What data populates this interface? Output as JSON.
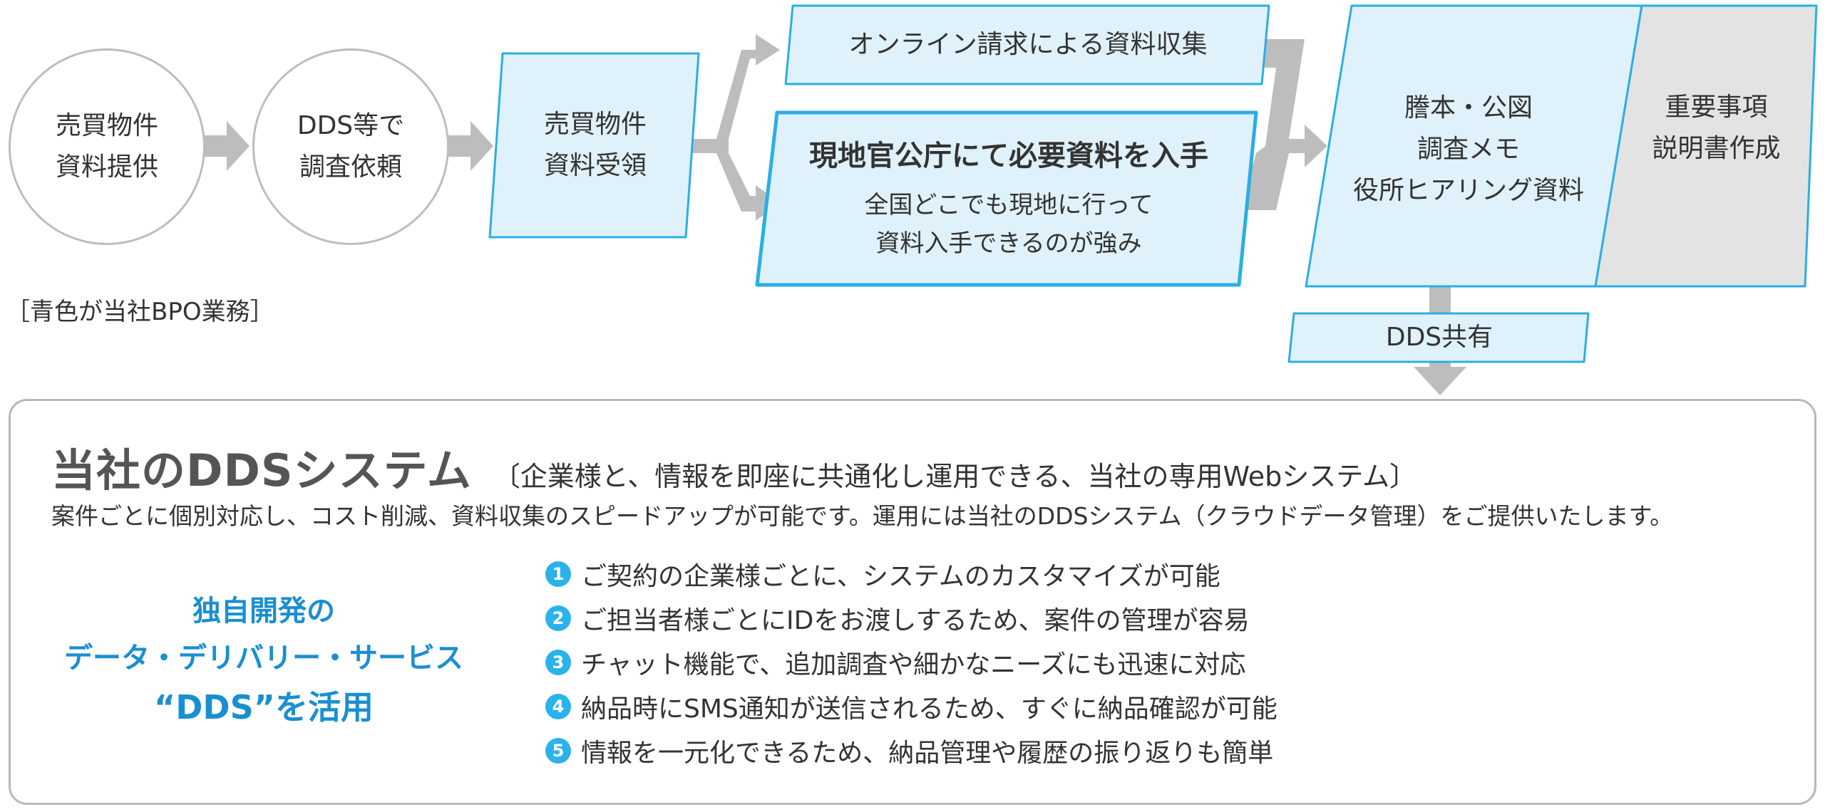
{
  "flow": {
    "step1": [
      "売買物件",
      "資料提供"
    ],
    "step2": [
      "DDS等で",
      "調査依頼"
    ],
    "step3": [
      "売買物件",
      "資料受領"
    ],
    "online": "オンライン請求による資料収集",
    "onsite_title": "現地官公庁にて必要資料を入手",
    "onsite_desc": [
      "全国どこでも現地に行って",
      "資料入手できるのが強み"
    ],
    "docs": [
      "謄本・公図",
      "調査メモ",
      "役所ヒアリング資料"
    ],
    "final": [
      "重要事項",
      "説明書作成"
    ],
    "share": "DDS共有",
    "legend": "［青色が当社BPO業務］"
  },
  "system": {
    "title": "当社のDDSシステム",
    "subtitle": "〔企業様と、情報を即座に共通化し運用できる、当社の専用Webシステム〕",
    "description": "案件ごとに個別対応し、コスト削減、資料収集のスピードアップが可能です。運用には当社のDDSシステム（クラウドデータ管理）をご提供いたします。",
    "badge": [
      "独自開発の",
      "データ・デリバリー・サービス",
      "“DDS”を活用"
    ],
    "features": [
      {
        "num": "1",
        "text": "ご契約の企業様ごとに、システムのカスタマイズが可能"
      },
      {
        "num": "2",
        "text": "ご担当者様ごとにIDをお渡しするため、案件の管理が容易"
      },
      {
        "num": "3",
        "text": "チャット機能で、追加調査や細かなニーズにも迅速に対応"
      },
      {
        "num": "4",
        "text": "納品時にSMS通知が送信されるため、すぐに納品確認が可能"
      },
      {
        "num": "5",
        "text": "情報を一元化できるため、納品管理や履歴の振り返りも簡単"
      }
    ]
  },
  "colors": {
    "blue_fill": "#dff1fb",
    "blue_border": "#2aaee6",
    "gray_fill": "#e3e3e3",
    "arrow_gray": "#bdbdbd",
    "accent_text": "#1a8fd0"
  }
}
